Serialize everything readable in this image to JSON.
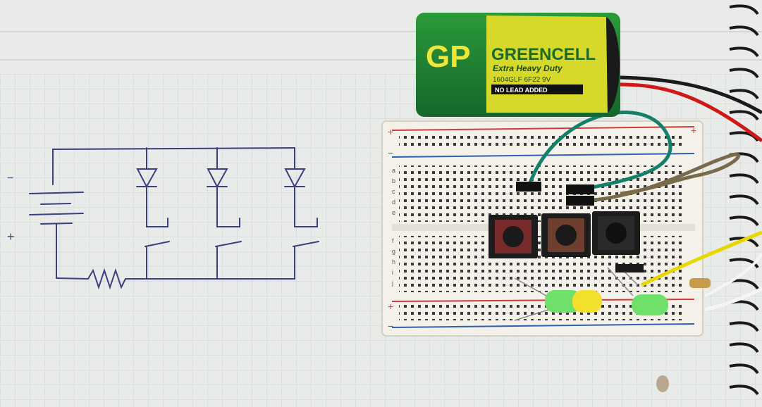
{
  "battery": {
    "logo": "GP",
    "brand": "GREENCELL",
    "tagline": "Extra Heavy Duty",
    "model": "1604GLF  6F22  9V",
    "badge": "NO LEAD ADDED"
  },
  "breadboard": {
    "plus_sign": "+",
    "minus_sign": "−",
    "row_letters_top": [
      "a",
      "b",
      "c",
      "d",
      "e"
    ],
    "row_letters_bottom": [
      "f",
      "g",
      "h",
      "i",
      "j"
    ]
  },
  "schematic": {
    "plus_mark": "+",
    "minus_mark": "−"
  },
  "colors": {
    "paper": "#e9ebe8",
    "grid": "#cfd3d6",
    "ink": "#3a4080",
    "battery_green": "#1f7d2e",
    "battery_yellow": "#d6d92a",
    "wire_green": "#14806a",
    "wire_brown": "#7a6a4c",
    "wire_red": "#d01818",
    "wire_yellow": "#e8d800",
    "led_green": "#6fe06a",
    "led_yellow": "#f2e02c",
    "button_red": "#7a2b2b",
    "button_brown": "#6e3e2e",
    "button_black": "#222222"
  },
  "objects": [
    "notebook-paper",
    "hand-drawn-schematic",
    "9v-battery",
    "breadboard",
    "push-buttons",
    "leds",
    "jumper-wires",
    "spiral-binding"
  ]
}
